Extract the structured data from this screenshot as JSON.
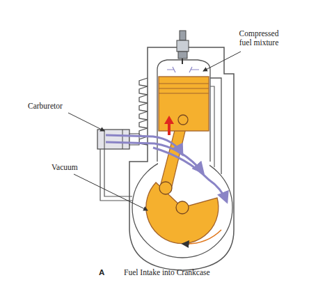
{
  "diagram": {
    "caption": "Fuel Intake into Crankcase",
    "labels": [
      "Compressed fuel mixture",
      "Carburetor",
      "Vacuum",
      "A"
    ]
  }
}
